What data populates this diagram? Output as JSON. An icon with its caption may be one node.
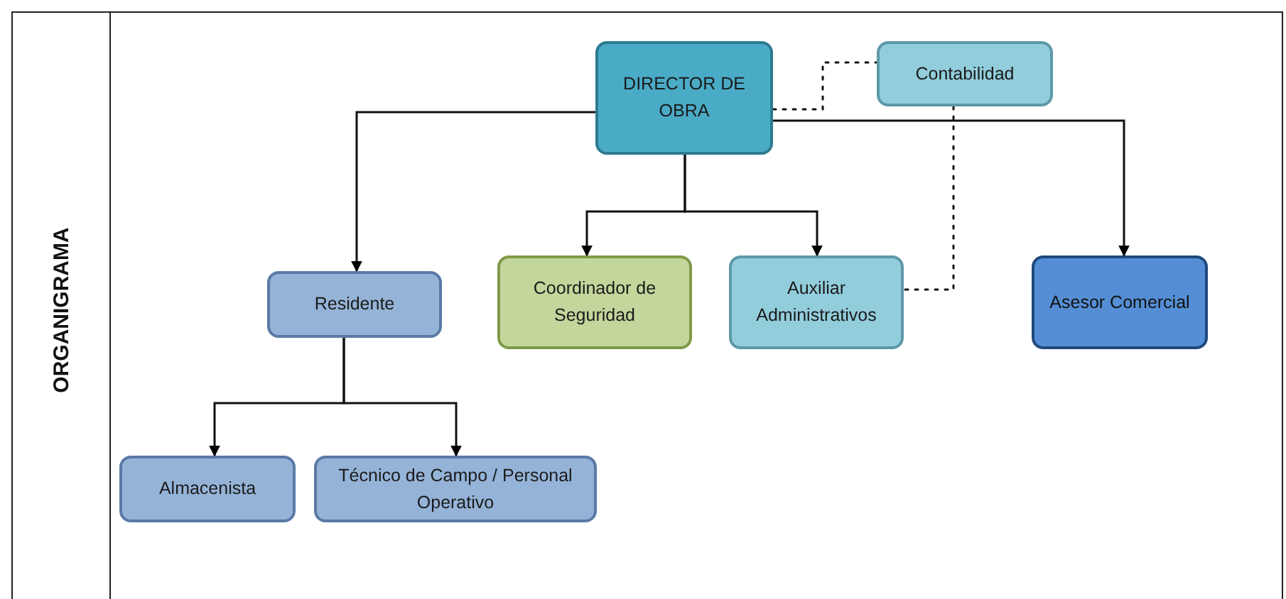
{
  "diagram": {
    "nodes": [
      {
        "text": [
          "ORGANIGRAMA"
        ]
      },
      {
        "text": [
          "DIRECTOR DE OBRA"
        ],
        "in": 0
      },
      {
        "text": [
          "Contabilidad"
        ],
        "in": 0
      },
      {
        "text": [
          "Residente"
        ],
        "in": 0
      },
      {
        "text": [
          "Coordinador de Seguridad"
        ],
        "in": 0
      },
      {
        "text": [
          "Auxiliar Administrativos"
        ],
        "in": 0
      },
      {
        "text": [
          "Asesor Comercial"
        ],
        "in": 0
      },
      {
        "text": [
          "Almacenista"
        ],
        "in": 0
      },
      {
        "text": [
          "Técnico de Campo / Personal Operativo"
        ],
        "in": 0
      }
    ],
    "edges": [
      {
        "from": 1,
        "to": 3,
        "arrow": "to"
      },
      {
        "from": 1,
        "to": 4,
        "arrow": "to"
      },
      {
        "from": 1,
        "to": 5,
        "arrow": "to"
      },
      {
        "from": 1,
        "to": 6,
        "arrow": "to"
      },
      {
        "from": 3,
        "to": 7,
        "arrow": "to"
      },
      {
        "from": 3,
        "to": 8,
        "arrow": "to"
      },
      {
        "from": 1,
        "to": 2,
        "arrow": "none",
        "style": "dashed"
      },
      {
        "from": 2,
        "to": 5,
        "arrow": "none",
        "style": "dashed"
      }
    ]
  }
}
